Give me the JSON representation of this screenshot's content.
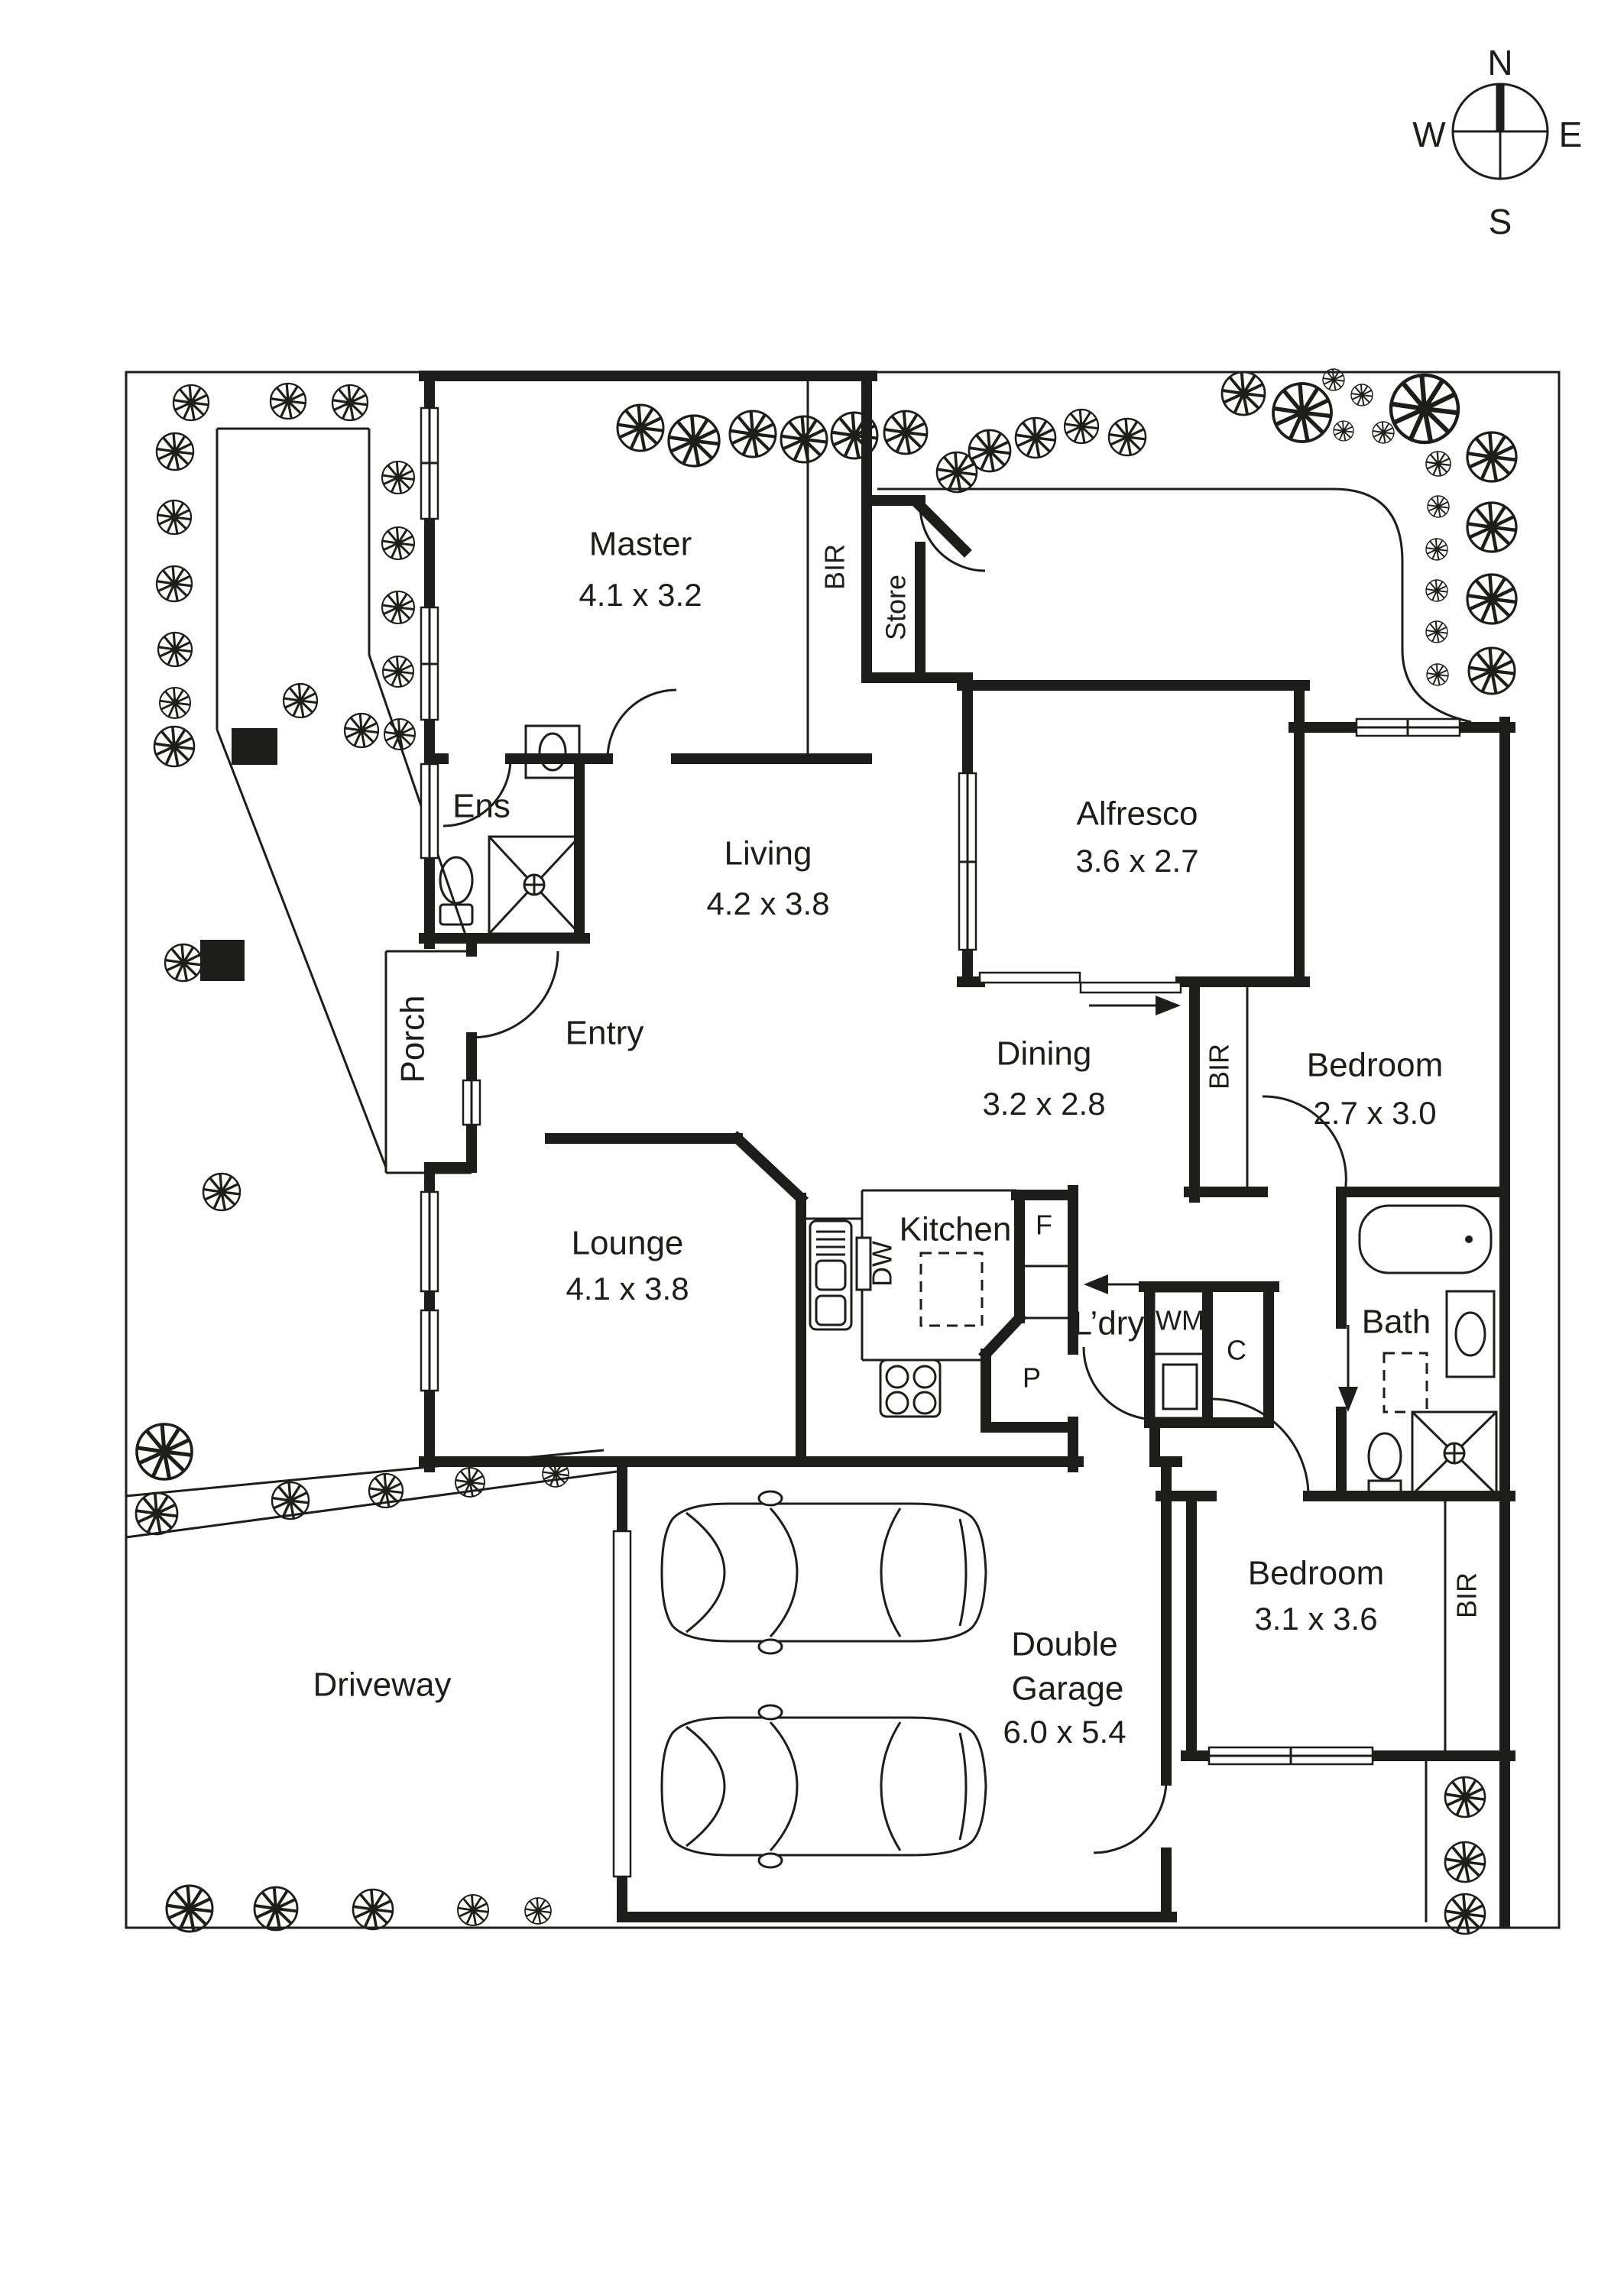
{
  "compass": {
    "north": "N",
    "south": "S",
    "east": "E",
    "west": "W"
  },
  "rooms": {
    "master": {
      "name": "Master",
      "dims": "4.1 x 3.2"
    },
    "ens": {
      "name": "Ens"
    },
    "store": {
      "name": "Store"
    },
    "living": {
      "name": "Living",
      "dims": "4.2 x 3.8"
    },
    "porch": {
      "name": "Porch"
    },
    "entry": {
      "name": "Entry"
    },
    "alfresco": {
      "name": "Alfresco",
      "dims": "3.6 x 2.7"
    },
    "dining": {
      "name": "Dining",
      "dims": "3.2 x 2.8"
    },
    "bedroom_rear": {
      "name": "Bedroom",
      "dims": "2.7 x 3.0"
    },
    "lounge": {
      "name": "Lounge",
      "dims": "4.1 x 3.8"
    },
    "kitchen": {
      "name": "Kitchen"
    },
    "laundry": {
      "name": "L’dry"
    },
    "bath": {
      "name": "Bath"
    },
    "bedroom_side": {
      "name": "Bedroom",
      "dims": "3.1 x 3.6"
    },
    "garage": {
      "line1": "Double",
      "line2": "Garage",
      "dims": "6.0 x 5.4"
    },
    "driveway": {
      "name": "Driveway"
    }
  },
  "closets": {
    "master_bir": "BIR",
    "rear_bir": "BIR",
    "side_bir": "BIR"
  },
  "appliances": {
    "dishwasher": "DW",
    "fridge": "F",
    "pantry": "P",
    "washing_machine": "WM",
    "cupboard": "C"
  },
  "colors": {
    "wall": "#1d1d1b",
    "background": "#ffffff"
  }
}
